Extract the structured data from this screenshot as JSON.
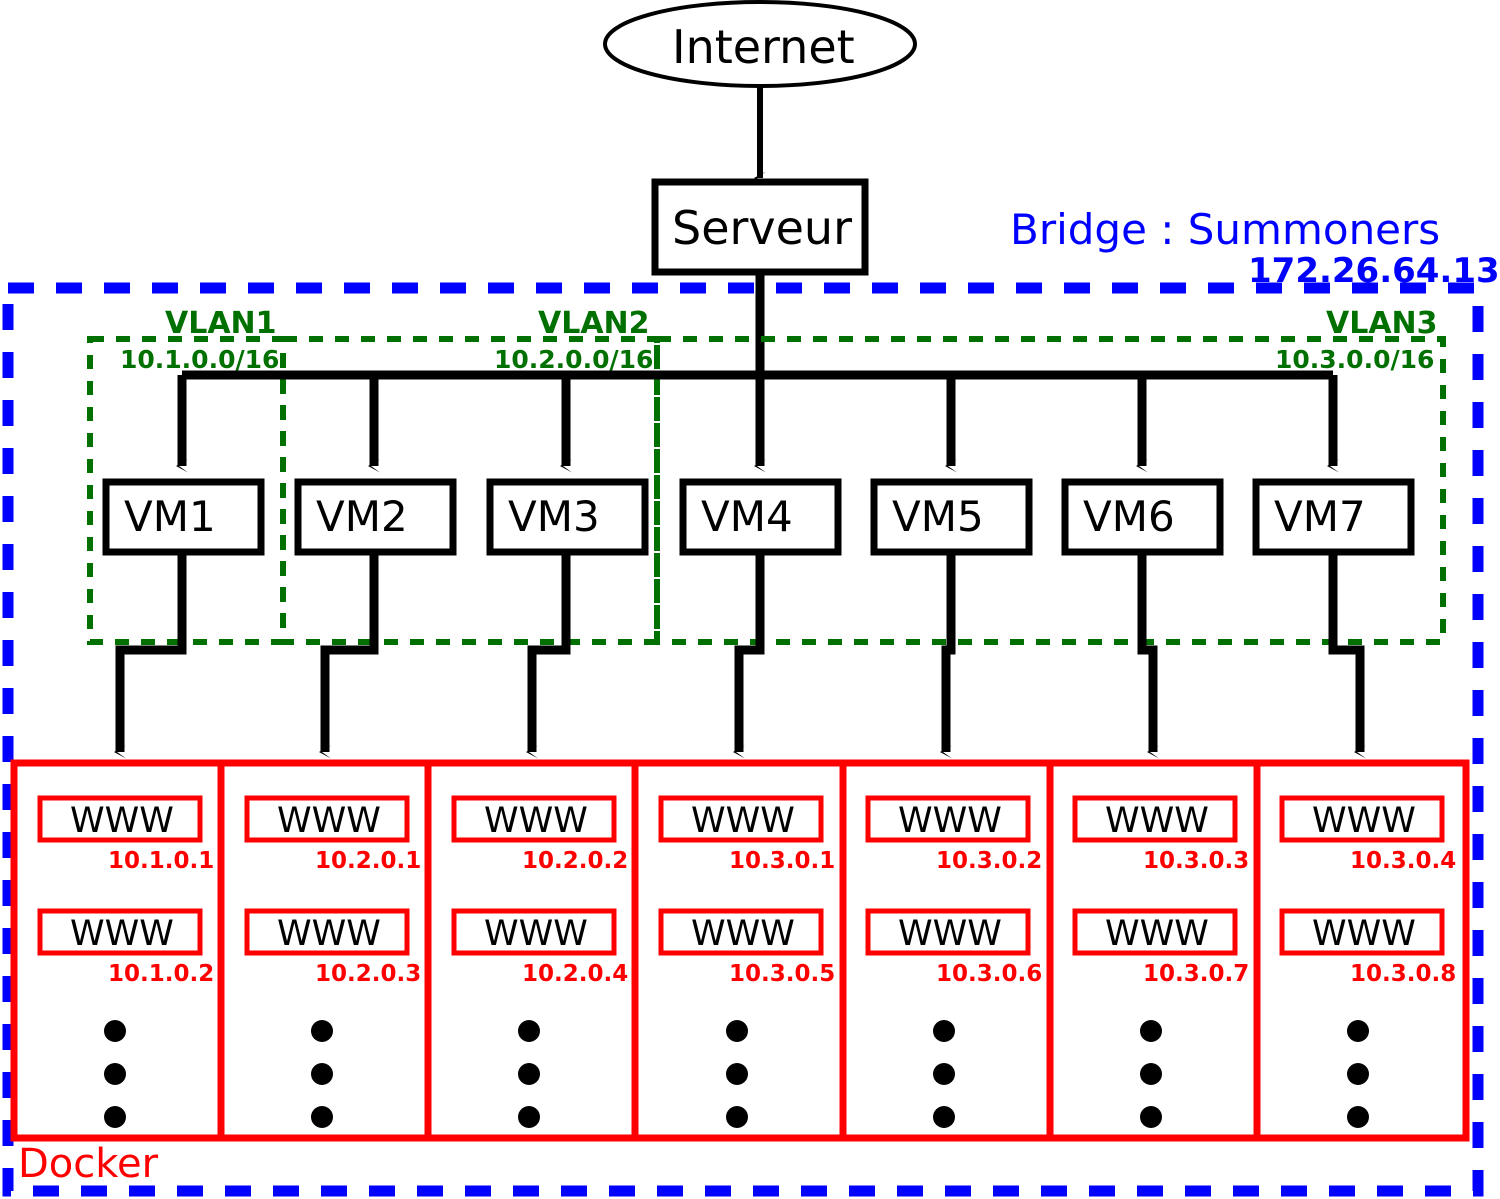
{
  "diagram": {
    "title_nodes": {
      "internet": "Internet",
      "server": "Serveur",
      "docker": "Docker"
    },
    "bridge": {
      "label": "Bridge : Summoners",
      "ip": "172.26.64.13",
      "color": "#0000ff"
    },
    "vlans": [
      {
        "name": "VLAN1",
        "subnet": "10.1.0.0/16",
        "color": "#007000"
      },
      {
        "name": "VLAN2",
        "subnet": "10.2.0.0/16",
        "color": "#007000"
      },
      {
        "name": "VLAN3",
        "subnet": "10.3.0.0/16",
        "color": "#007000"
      }
    ],
    "vms": [
      {
        "label": "VM1"
      },
      {
        "label": "VM2"
      },
      {
        "label": "VM3"
      },
      {
        "label": "VM4"
      },
      {
        "label": "VM5"
      },
      {
        "label": "VM6"
      },
      {
        "label": "VM7"
      }
    ],
    "container_label": "WWW",
    "container_color": "#ff0000",
    "container_columns": [
      {
        "vm": "VM1",
        "containers": [
          {
            "label": "WWW",
            "ip": "10.1.0.1"
          },
          {
            "label": "WWW",
            "ip": "10.1.0.2"
          }
        ],
        "ellipsis": "3"
      },
      {
        "vm": "VM2",
        "containers": [
          {
            "label": "WWW",
            "ip": "10.2.0.1"
          },
          {
            "label": "WWW",
            "ip": "10.2.0.3"
          }
        ],
        "ellipsis": "3"
      },
      {
        "vm": "VM3",
        "containers": [
          {
            "label": "WWW",
            "ip": "10.2.0.2"
          },
          {
            "label": "WWW",
            "ip": "10.2.0.4"
          }
        ],
        "ellipsis": "3"
      },
      {
        "vm": "VM4",
        "containers": [
          {
            "label": "WWW",
            "ip": "10.3.0.1"
          },
          {
            "label": "WWW",
            "ip": "10.3.0.5"
          }
        ],
        "ellipsis": "3"
      },
      {
        "vm": "VM5",
        "containers": [
          {
            "label": "WWW",
            "ip": "10.3.0.2"
          },
          {
            "label": "WWW",
            "ip": "10.3.0.6"
          }
        ],
        "ellipsis": "3"
      },
      {
        "vm": "VM6",
        "containers": [
          {
            "label": "WWW",
            "ip": "10.3.0.3"
          },
          {
            "label": "WWW",
            "ip": "10.3.0.7"
          }
        ],
        "ellipsis": "3"
      },
      {
        "vm": "VM7",
        "containers": [
          {
            "label": "WWW",
            "ip": "10.3.0.4"
          },
          {
            "label": "WWW",
            "ip": "10.3.0.8"
          }
        ],
        "ellipsis": "3"
      }
    ]
  }
}
